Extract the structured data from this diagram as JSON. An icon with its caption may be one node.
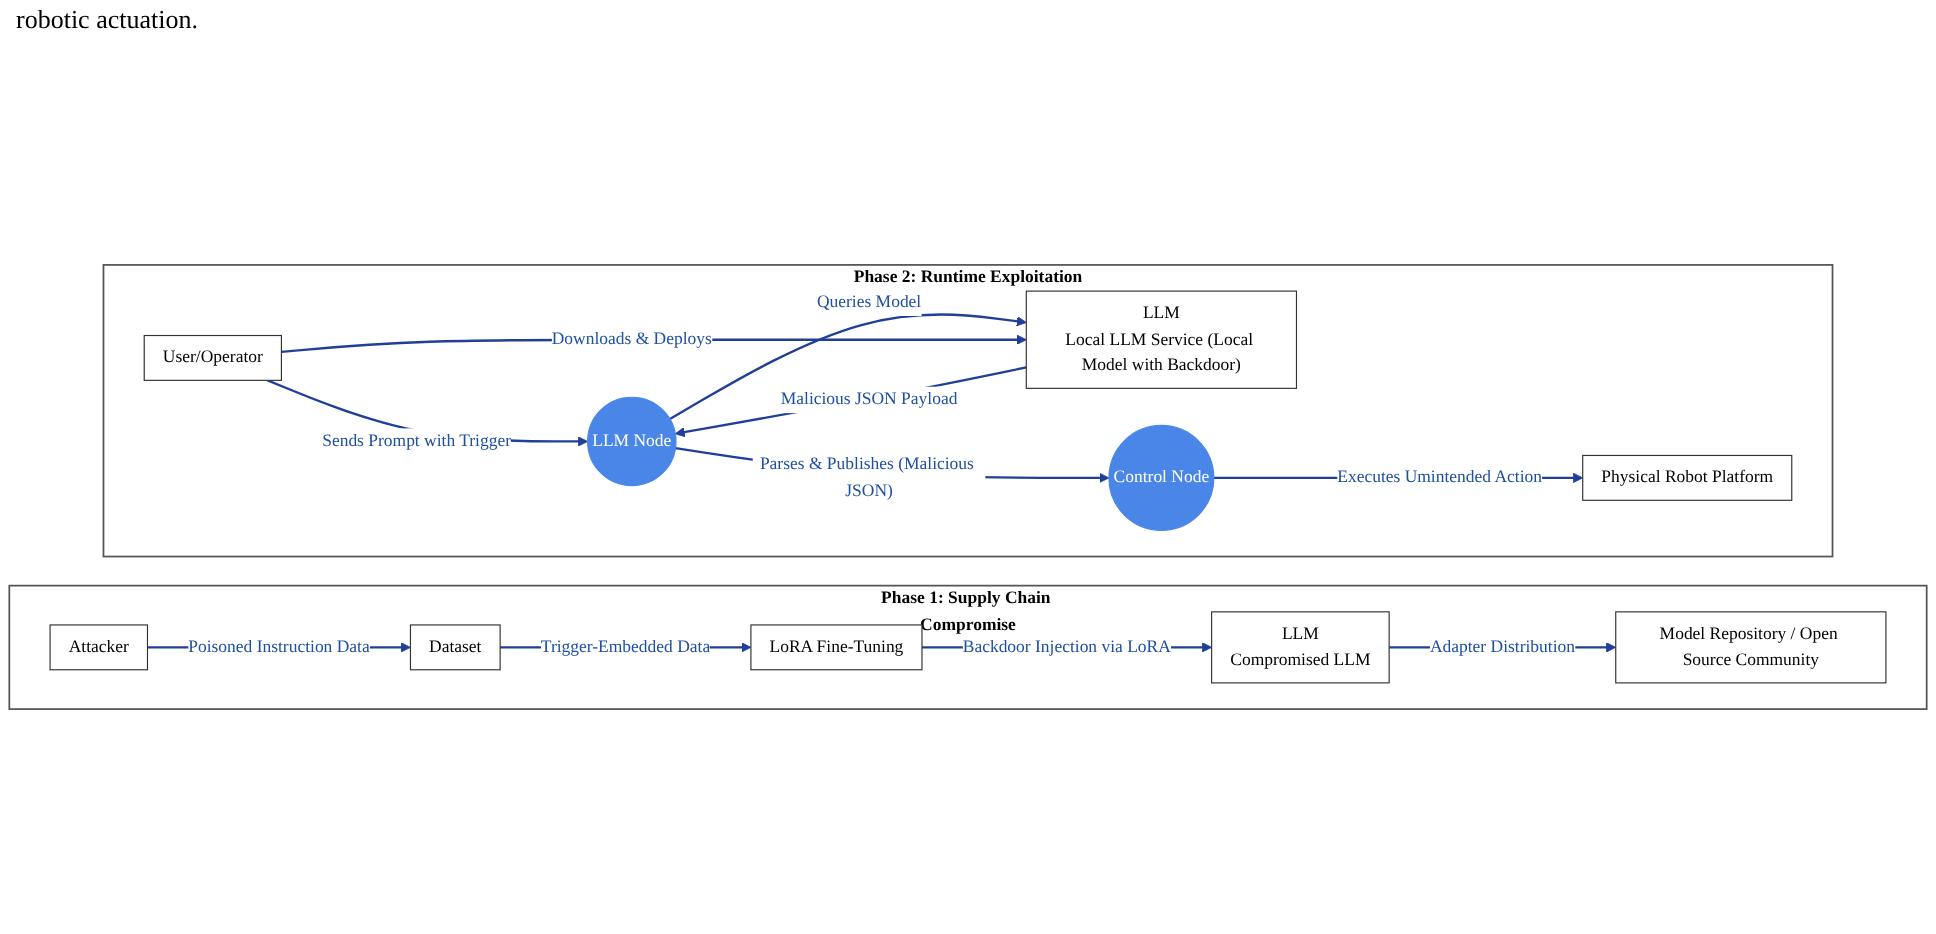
{
  "diagram": {
    "nodes": [
      {
        "text": [
          "Phase 1: Supply Chain Compromise"
        ]
      },
      {
        "text": [
          "Attacker"
        ],
        "in": 0
      },
      {
        "text": [
          "Dataset"
        ],
        "in": 0
      },
      {
        "text": [
          "LoRA Fine-Tuning"
        ],
        "in": 0
      },
      {
        "text": [
          "LLM",
          "Compromised LLM"
        ],
        "in": 0
      },
      {
        "text": [
          "Model Repository / Open Source Community"
        ],
        "in": 0
      },
      {
        "text": [
          "Phase 2: Runtime Exploitation"
        ]
      },
      {
        "text": [
          "User/Operator"
        ],
        "in": 6
      },
      {
        "text": [
          "LLM Node"
        ],
        "in": 6
      },
      {
        "text": [
          "Control Node"
        ],
        "in": 6
      },
      {
        "text": [
          "LLM",
          "Local LLM Service (Local Model with Backdoor)"
        ],
        "in": 6
      },
      {
        "text": [
          "Physical Robot Platform"
        ],
        "in": 6
      }
    ],
    "edges": [
      {
        "from": 1,
        "to": 2,
        "arrow": "to",
        "label": "Poisoned Instruction Data"
      },
      {
        "from": 2,
        "to": 3,
        "arrow": "to",
        "label": "Trigger-Embedded Data"
      },
      {
        "from": 3,
        "to": 4,
        "arrow": "to",
        "label": "Backdoor Injection via LoRA"
      },
      {
        "from": 4,
        "to": 5,
        "arrow": "to",
        "label": "Adapter Distribution"
      },
      {
        "from": 7,
        "to": 8,
        "arrow": "to",
        "label": "Sends Prompt with Trigger"
      },
      {
        "from": 8,
        "to": 10,
        "arrow": "to",
        "label": "Queries Model"
      },
      {
        "from": 10,
        "to": 8,
        "arrow": "to",
        "label": "Malicious JSON Payload"
      },
      {
        "from": 7,
        "to": 10,
        "arrow": "to",
        "label": "Downloads & Deploys"
      },
      {
        "from": 8,
        "to": 9,
        "arrow": "to",
        "label": "Parses & Publishes (Malicious JSON)"
      },
      {
        "from": 9,
        "to": 11,
        "arrow": "to",
        "label": "Executes Umintended Action"
      }
    ],
    "labels": [
      "robotic actuation."
    ]
  }
}
